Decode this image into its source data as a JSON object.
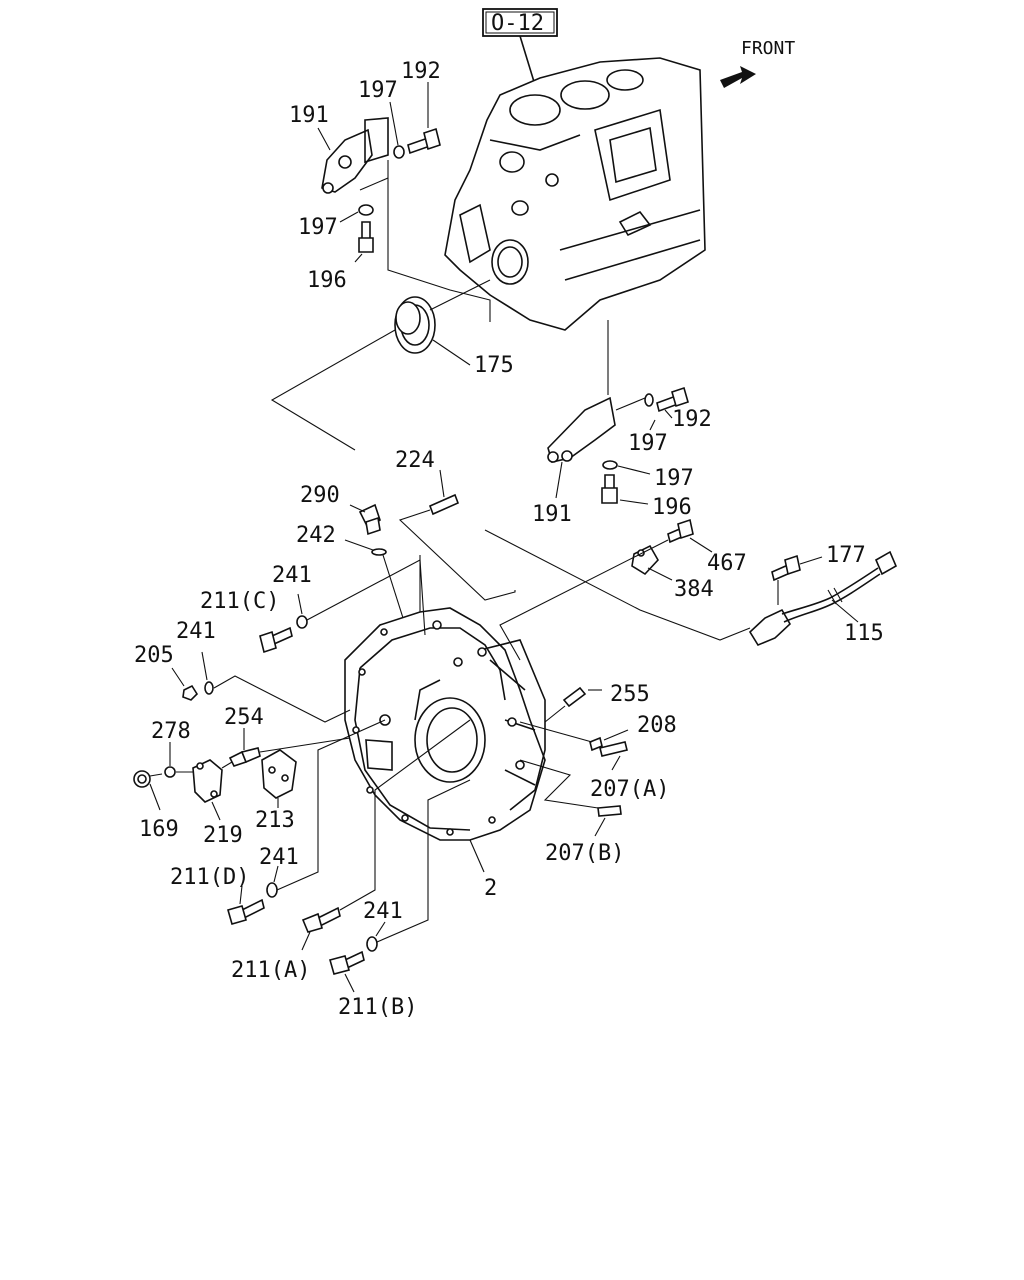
{
  "header": {
    "ref_box": "O-12",
    "front_label": "FRONT"
  },
  "labels": {
    "p191_top": "191",
    "p197_top": "197",
    "p192_top": "192",
    "p197_mid": "197",
    "p196_top": "196",
    "p175": "175",
    "p192_right": "192",
    "p197_right_a": "197",
    "p197_right_b": "197",
    "p191_right": "191",
    "p196_right": "196",
    "p224": "224",
    "p290": "290",
    "p242": "242",
    "p467": "467",
    "p177": "177",
    "p384": "384",
    "p115": "115",
    "p241_a": "241",
    "p211c": "211(C)",
    "p241_b": "241",
    "p205": "205",
    "p255": "255",
    "p208": "208",
    "p254": "254",
    "p278": "278",
    "p207a": "207(A)",
    "p169": "169",
    "p219": "219",
    "p213": "213",
    "p207b": "207(B)",
    "p241_c": "241",
    "p211d": "211(D)",
    "p2": "2",
    "p241_d": "241",
    "p211a": "211(A)",
    "p211b": "211(B)"
  },
  "icons": {
    "front_arrow": "front-arrow-icon"
  }
}
